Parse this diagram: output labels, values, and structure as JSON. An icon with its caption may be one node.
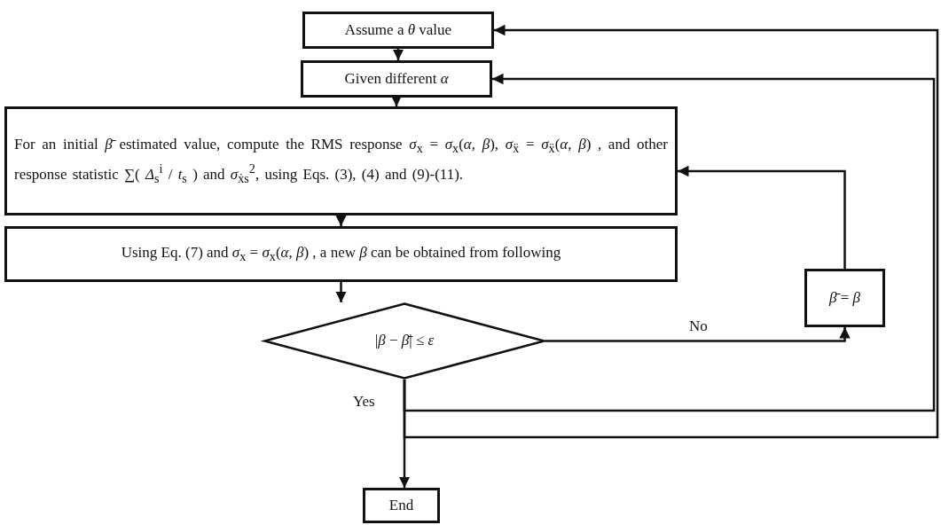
{
  "diagram": {
    "nodes": [
      {
        "text": [
          "Assume a *θ* value"
        ]
      },
      {
        "text": [
          "Given different *α*"
        ]
      },
      {
        "text": [
          "For an initial *β̄* estimated value, compute the RMS response *σ*$_{x}$ = *σ*$_{x}$(*α*, *β*), *σ*$_{ẍ}$ = *σ*$_{ẍ}$(*α*, *β*) , and other response statistic ∑( *Δ*$_{s}$$^{i}$ / *t*$_{s}$ ) and *σ*$_{ẋs}$$^{2}$, using Eqs. (3), (4) and (9)-(11)."
        ]
      },
      {
        "text": [
          "Using Eq. (7) and *σ*$_{x}$ = *σ*$_{x}$(*α*, *β*) ,  a new *β* can be obtained from following"
        ]
      },
      {
        "text": [
          "|*β* − *β̄*| ≤ *ε*"
        ]
      },
      {
        "text": [
          "*β̄* = *β*"
        ]
      },
      {
        "text": [
          "End"
        ]
      }
    ],
    "edges": [
      {
        "from": 0,
        "to": 1,
        "arrow": "to"
      },
      {
        "from": 1,
        "to": 2,
        "arrow": "to"
      },
      {
        "from": 2,
        "to": 3,
        "arrow": "to"
      },
      {
        "from": 3,
        "to": 4,
        "arrow": "to"
      },
      {
        "from": 4,
        "to": 5,
        "arrow": "to",
        "label": "No"
      },
      {
        "from": 5,
        "to": 2,
        "arrow": "to"
      },
      {
        "from": 4,
        "to": 6,
        "arrow": "to",
        "label": "Yes"
      },
      {
        "from": 4,
        "to": 1,
        "arrow": "to"
      },
      {
        "from": 4,
        "to": 0,
        "arrow": "to"
      }
    ]
  }
}
